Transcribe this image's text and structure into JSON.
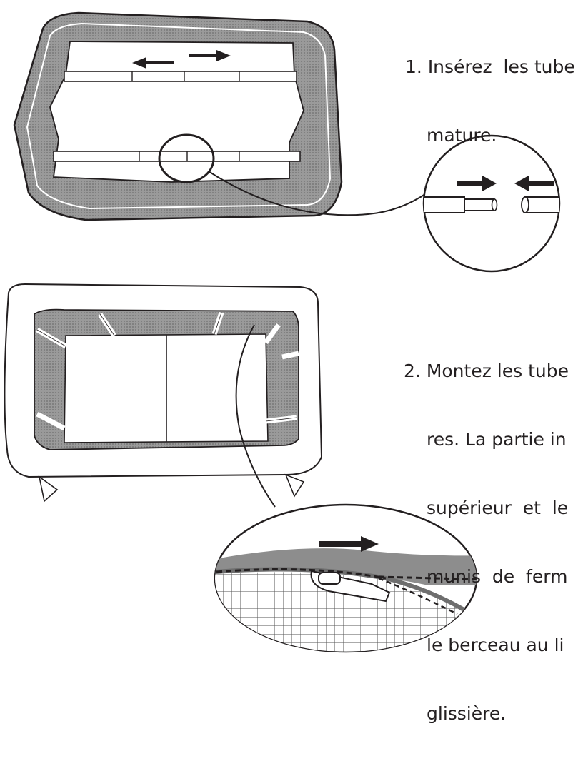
{
  "steps": [
    {
      "number": "1.",
      "lines": [
        "Insérez  les tube",
        "mature."
      ]
    },
    {
      "number": "2.",
      "lines": [
        "Montez les tube",
        "res. La partie in",
        "supérieur  et  le",
        "munis  de  ferm",
        "le berceau au li",
        "glissière."
      ]
    }
  ],
  "colors": {
    "ink": "#231f20",
    "fabric": "#8d8d8d",
    "mesh": "#b9b9b9",
    "paper": "#ffffff"
  }
}
